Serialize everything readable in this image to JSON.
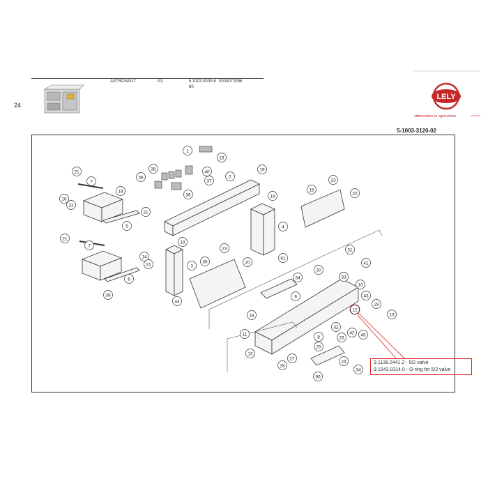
{
  "page_number": "24",
  "header": {
    "model": "ASTRONAUT",
    "format": "A3",
    "part_number": "5.1003.0000-6",
    "serial": "0003072996",
    "sub": "80"
  },
  "logo": {
    "brand": "LELY",
    "tagline": "innovators in agriculture"
  },
  "document_ref": "5-1003-3120-02",
  "callout": {
    "line1": "9.1138.0441.2 - 5/2 valve",
    "line2": "9.1043.0314.0 - O-ring for 5/2 valve"
  },
  "part_labels": [
    "1",
    "19",
    "38",
    "40",
    "36",
    "37",
    "36",
    "2",
    "19",
    "21",
    "7",
    "14",
    "16",
    "22",
    "21",
    "5",
    "19",
    "4",
    "23",
    "15",
    "20",
    "21",
    "7",
    "14",
    "19",
    "3",
    "23",
    "35",
    "20",
    "21",
    "6",
    "39",
    "44",
    "91",
    "31",
    "30",
    "41",
    "33",
    "34",
    "10",
    "43",
    "9",
    "12",
    "29",
    "13",
    "18",
    "32",
    "42",
    "11",
    "8",
    "25",
    "26",
    "45",
    "13",
    "27",
    "28",
    "24",
    "34",
    "90",
    "33"
  ],
  "colors": {
    "brand_red": "#c62828",
    "callout_red": "#dd2222"
  }
}
